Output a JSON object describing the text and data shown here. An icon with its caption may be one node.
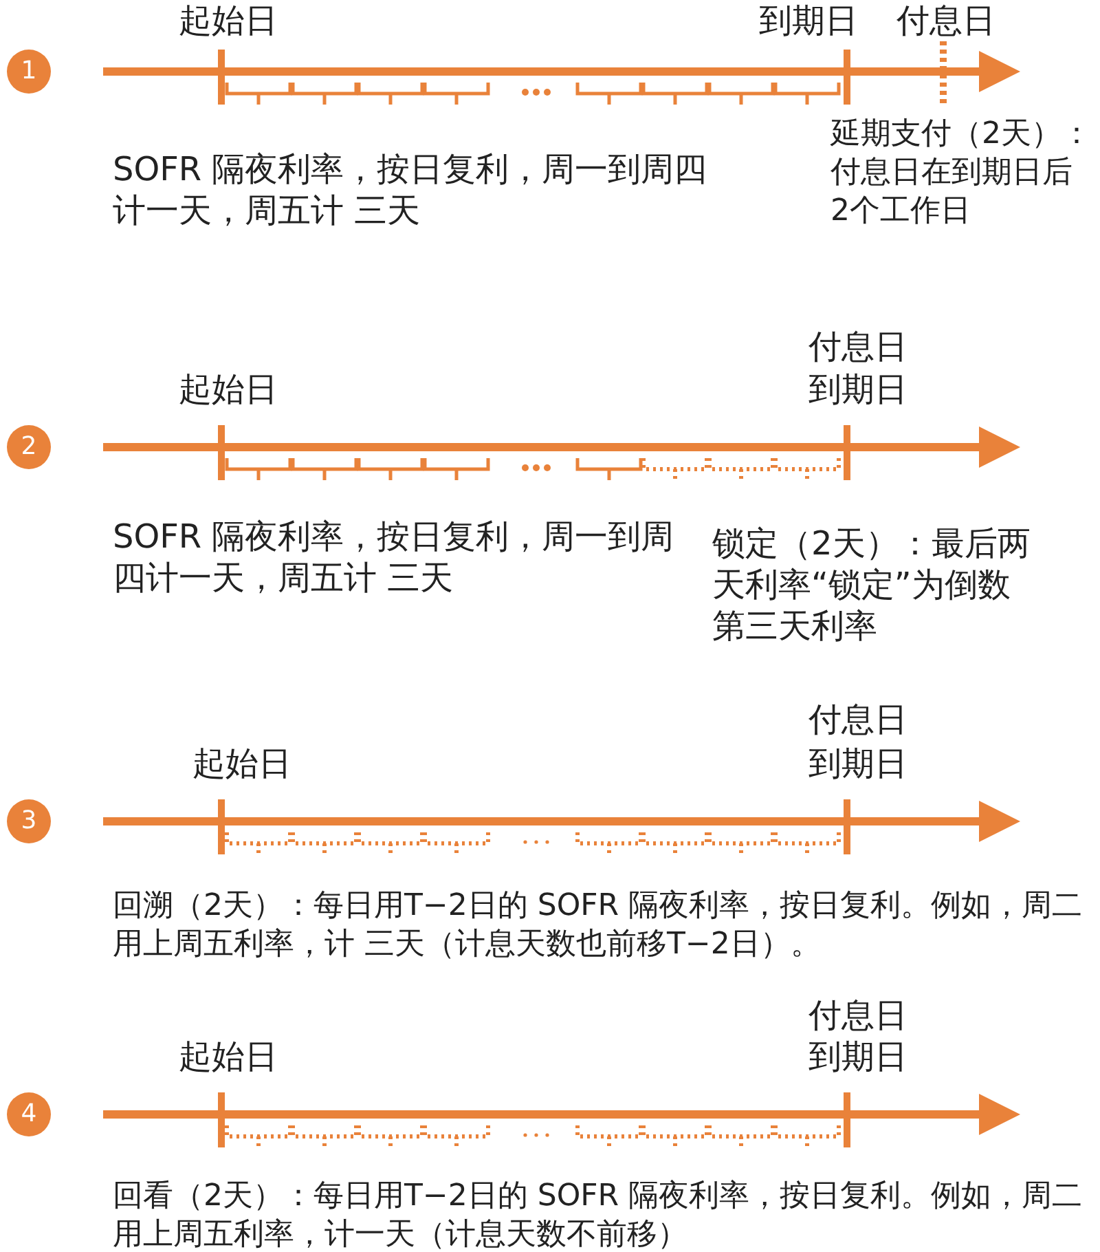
{
  "diagram": {
    "nodes": [
      {
        "text": [
          "1"
        ]
      },
      {
        "text": [
          "2"
        ]
      },
      {
        "text": [
          "3"
        ]
      },
      {
        "text": [
          "4"
        ]
      }
    ],
    "labels": [
      "起始日",
      "到期日",
      "付息日",
      "SOFR 隔夜利率，按日复利，周一到周四计一天，周五计 三天",
      "延期支付（2天）：付息日在到期日后 2个工作日",
      "付息日",
      "起始日",
      "到期日",
      "SOFR 隔夜利率，按日复利，周一到周四计一天，周五计 三天",
      "锁定（2天）：最后两天利率“锁定”为倒数第三天利率",
      "付息日",
      "起始日",
      "到期日",
      "回溯（2天）：每日用T−2日的 SOFR 隔夜利率，按日复利。例如，周二用上周五利率，计 三天（计息天数也前移T−2日）。",
      "付息日",
      "起始日",
      "到期日",
      "回看（2天）：每日用T−2日的 SOFR 隔夜利率，按日复利。例如，周二用上周五利率，计一天（计息天数不前移）"
    ]
  }
}
